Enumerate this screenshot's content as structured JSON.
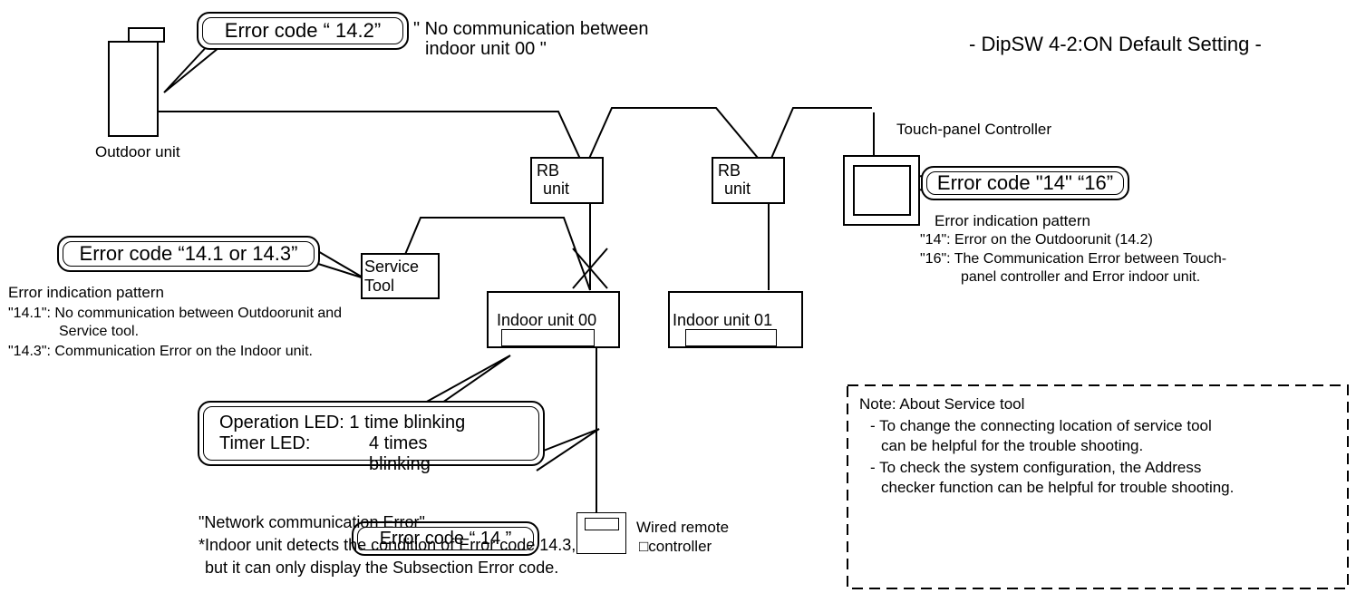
{
  "header": {
    "title": "- DipSW 4-2:ON Default Setting -"
  },
  "outdoor": {
    "label": "Outdoor unit",
    "bubble": "Error code “ 14.2”",
    "message_line1": "\" No communication between",
    "message_line2": "indoor unit 00 \""
  },
  "rb_units": [
    {
      "line1": "RB",
      "line2": "unit"
    },
    {
      "line1": "RB",
      "line2": "unit"
    }
  ],
  "touch_panel": {
    "label": "Touch-panel Controller",
    "bubble": "Error code \"14\" “16”",
    "pattern_title": "Error indication pattern",
    "pattern_line1": "\"14\": Error on the Outdoorunit (14.2)",
    "pattern_line2": "\"16\": The Communication Error between Touch-",
    "pattern_line3": "panel controller and Error indoor unit."
  },
  "service_tool": {
    "line1": "Service",
    "line2": "Tool",
    "bubble": "Error code “14.1 or 14.3”",
    "pattern_title": "Error indication pattern",
    "pattern_line1": "\"14.1\": No communication between Outdoorunit and",
    "pattern_line2": "Service tool.",
    "pattern_line3": "\"14.3\": Communication Error on the Indoor unit."
  },
  "indoor_units": [
    {
      "label": "Indoor unit 00"
    },
    {
      "label": "Indoor unit 01"
    }
  ],
  "led": {
    "line1": "Operation LED: 1 time blinking",
    "line2_left": "Timer LED:",
    "line2_right": "4 times blinking"
  },
  "remote": {
    "line1": "Wired remote",
    "line2": "□controller",
    "bubble": "Error code “ 14 ”"
  },
  "network": {
    "line1": "\"Network communication Error\"",
    "line2": "*Indoor unit detects the condition of Error code 14.3,",
    "line3": "but it can only display the Subsection Error code."
  },
  "note": {
    "title": "Note: About Service tool",
    "line1": "- To change the connecting location of service tool",
    "line2": "can be helpful for the trouble shooting.",
    "line3": "- To check the system configuration, the Address",
    "line4": "checker function can be helpful for trouble shooting."
  }
}
